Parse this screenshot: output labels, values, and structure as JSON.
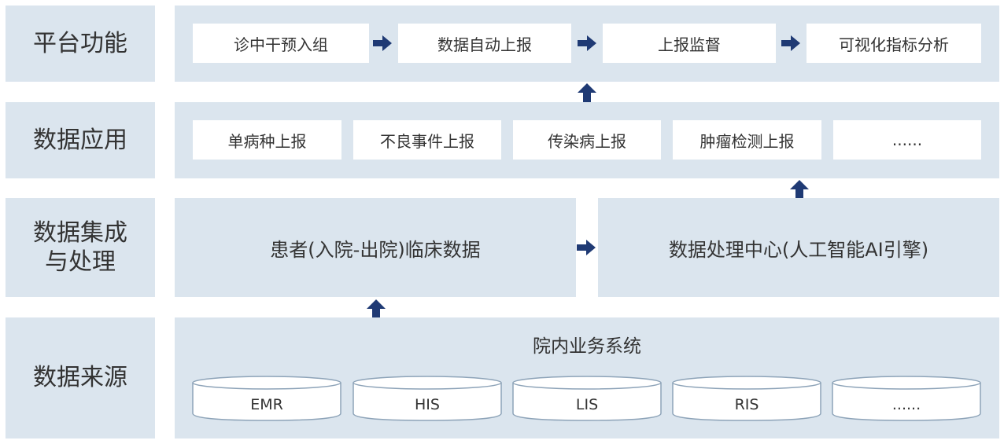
{
  "layers": {
    "platform": {
      "label": "平台功能",
      "items": [
        "诊中干预入组",
        "数据自动上报",
        "上报监督",
        "可视化指标分析"
      ]
    },
    "application": {
      "label": "数据应用",
      "items": [
        "单病种上报",
        "不良事件上报",
        "传染病上报",
        "肿瘤检测上报",
        "......"
      ]
    },
    "integration": {
      "label_line1": "数据集成",
      "label_line2": "与处理",
      "left_box": "患者(入院-出院)临床数据",
      "right_box": "数据处理中心(人工智能AI引擎)"
    },
    "source": {
      "label": "数据来源",
      "title": "院内业务系统",
      "databases": [
        "EMR",
        "HIS",
        "LIS",
        "RIS",
        "......"
      ]
    }
  },
  "colors": {
    "panel": "#dbe5ee",
    "box": "#ffffff",
    "arrow": "#1f3a74",
    "text": "#333333",
    "db_stroke": "#8da3b8"
  }
}
